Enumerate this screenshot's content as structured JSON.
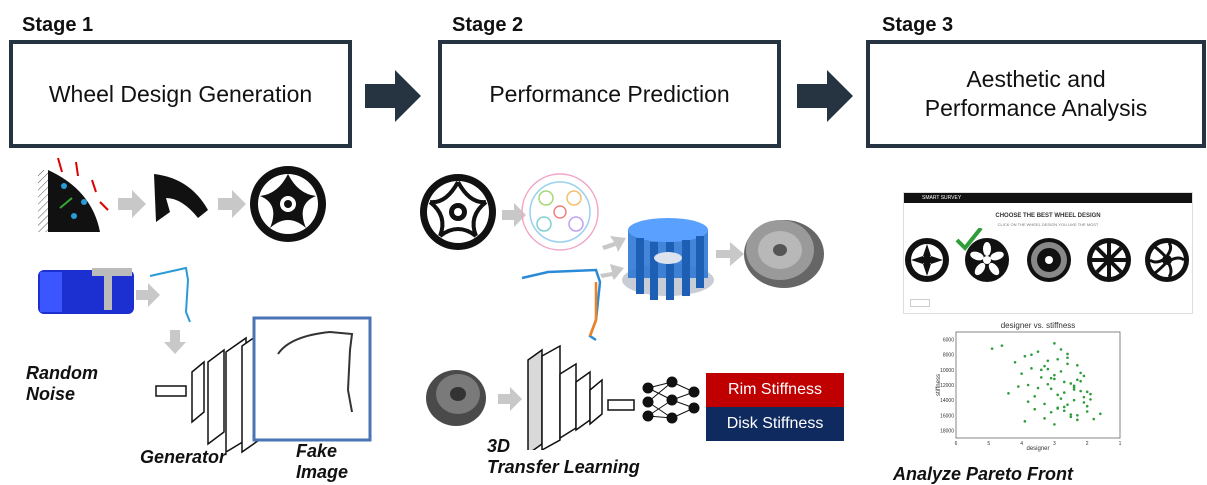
{
  "stages": [
    {
      "label": "Stage 1",
      "title": "Wheel Design Generation"
    },
    {
      "label": "Stage 2",
      "title": "Performance Prediction"
    },
    {
      "label": "Stage 3",
      "title_line1": "Aesthetic and",
      "title_line2": "Performance Analysis"
    }
  ],
  "stage1": {
    "random_noise_line1": "Random",
    "random_noise_line2": "Noise",
    "generator": "Generator",
    "fake_line1": "Fake",
    "fake_line2": "Image"
  },
  "stage2": {
    "transfer_line1": "3D",
    "transfer_line2": "Transfer Learning",
    "rim_stiffness": "Rim Stiffness",
    "disk_stiffness": "Disk Stiffness",
    "colors": {
      "rim": "#c00000",
      "disk": "#0f2a5e"
    }
  },
  "stage3": {
    "survey_brand": "SMART SURVEY",
    "survey_title": "CHOOSE THE BEST WHEEL DESIGN",
    "survey_subtitle": "CLICK ON THE WHEEL DESIGN YOU LIKE THE MOST",
    "analyze": "Analyze Pareto Front",
    "scatter": {
      "title": "designer vs. stiffness",
      "xlabel": "designer",
      "ylabel": "stiffness",
      "xticks": [
        "6",
        "5",
        "4",
        "3",
        "2",
        "1"
      ],
      "yticks": [
        "6000",
        "8000",
        "10000",
        "12000",
        "14000",
        "16000",
        "18000"
      ]
    }
  },
  "chart_data": {
    "type": "scatter",
    "title": "designer vs. stiffness",
    "xlabel": "designer",
    "ylabel": "stiffness",
    "xlim": [
      6,
      1
    ],
    "ylim": [
      19000,
      5000
    ],
    "series": [
      {
        "x": [
          4.9,
          4.6,
          4.2,
          4.0,
          3.9,
          3.8,
          3.7,
          3.6,
          3.5,
          3.4,
          3.3,
          3.2,
          3.1,
          3.0,
          2.9,
          2.8,
          2.7,
          2.6,
          2.5,
          2.4,
          2.3,
          2.2,
          2.1,
          2.0,
          1.9,
          1.8,
          1.6,
          4.1,
          3.6,
          3.3,
          3.0,
          2.8,
          2.6,
          2.4,
          2.2,
          2.0,
          3.8,
          3.4,
          3.1,
          2.9,
          2.7,
          2.5,
          2.3,
          2.1,
          3.9,
          3.5,
          3.2,
          2.9,
          2.6,
          2.3,
          2.0,
          3.7,
          3.3,
          3.0,
          2.7,
          2.4,
          2.1,
          4.4,
          3.2,
          2.8,
          2.5,
          2.2,
          1.9,
          3.0,
          2.6,
          2.3,
          2.9,
          2.4,
          3.1,
          2.7
        ],
        "y": [
          7200,
          6800,
          9000,
          10500,
          8200,
          12000,
          9800,
          13500,
          7600,
          11000,
          14500,
          8800,
          12500,
          6500,
          15000,
          10200,
          13000,
          9200,
          11800,
          14000,
          16000,
          12800,
          10800,
          15500,
          13200,
          16500,
          15800,
          12200,
          15200,
          9500,
          11200,
          13800,
          7900,
          12600,
          11500,
          14800,
          14200,
          10000,
          15600,
          8600,
          11600,
          16200,
          9400,
          13600,
          16800,
          12400,
          9900,
          13300,
          14600,
          11300,
          12900,
          8000,
          16400,
          10700,
          15400,
          12100,
          14300,
          13100,
          11900,
          7300,
          15900,
          10400,
          13900,
          17200,
          8400,
          16600,
          15100,
          12300,
          11100,
          14900
        ]
      }
    ]
  }
}
